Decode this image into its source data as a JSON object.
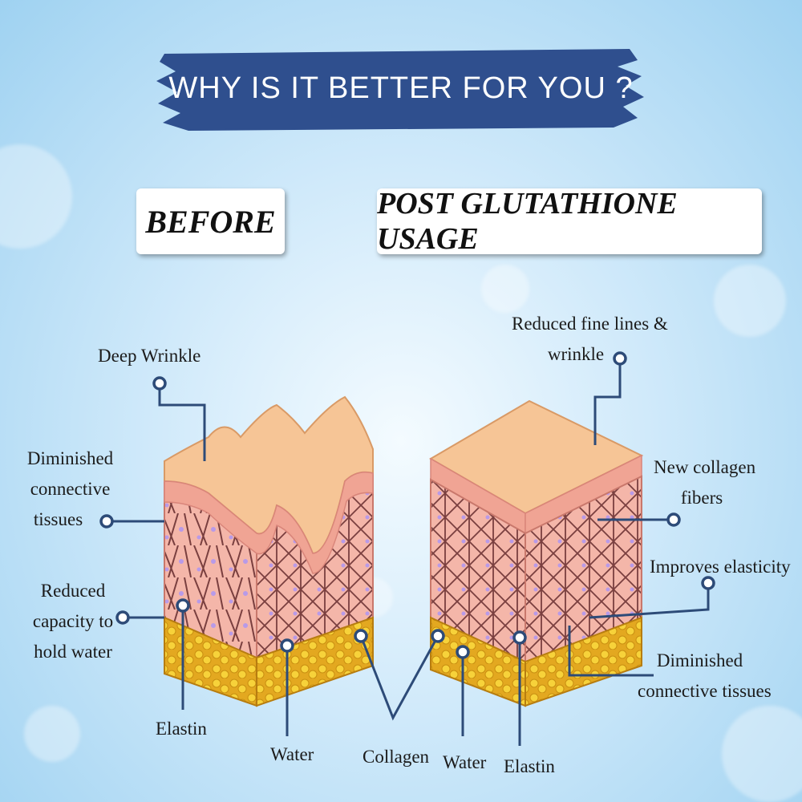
{
  "banner": {
    "title": "WHY IS IT BETTER FOR YOU ?"
  },
  "panels": {
    "before": "BEFORE",
    "after": "POST GLUTATHIONE USAGE"
  },
  "labels": {
    "deep_wrinkle": "Deep Wrinkle",
    "diminished_connective_tissues_left": [
      "Diminished",
      "connective",
      "tissues"
    ],
    "reduced_capacity": [
      "Reduced",
      "capacity to",
      "hold water"
    ],
    "elastin_left": "Elastin",
    "water_left": "Water",
    "collagen": "Collagen",
    "water_right": "Water",
    "elastin_right": "Elastin",
    "reduced_fine_lines": [
      "Reduced fine lines &",
      "wrinkle"
    ],
    "new_collagen_fibers": [
      "New collagen",
      "fibers"
    ],
    "improves_elasticity": "Improves elasticity",
    "diminished_connective_tissues_right": [
      "Diminished",
      "connective tissues"
    ]
  },
  "colors": {
    "banner": "#2f4f8e",
    "connector": "#2d4b78",
    "skin_top": "#f6c596",
    "dermis": "#f4b6a9",
    "fat": "#f0c030",
    "fiber": "#7a3f3f",
    "water_dot": "#b89ae8"
  }
}
